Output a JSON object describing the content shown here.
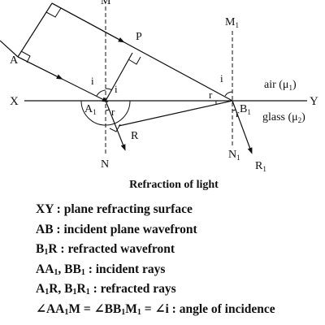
{
  "diagram": {
    "labels": {
      "A": "A",
      "P": "P",
      "X": "X",
      "Y": "Y",
      "A1": "A",
      "A1_sub": "1",
      "B1": "B",
      "B1_sub": "1",
      "R": "R",
      "R1": "R",
      "R1_sub": "1",
      "M_top": "M",
      "M1": "M",
      "M1_sub": "1",
      "N": "N",
      "N1": "N",
      "N1_sub": "1",
      "angle_i": "i",
      "angle_r": "r",
      "air": "air (μ",
      "air_sub": "1",
      "glass": "glass (μ",
      "glass_sub": "2",
      "close_paren": ")"
    },
    "caption": "Refraction of light"
  },
  "legend": [
    {
      "parts": [
        {
          "t": "XY : plane refracting surface"
        }
      ]
    },
    {
      "parts": [
        {
          "t": "AB : incident plane wavefront"
        }
      ]
    },
    {
      "parts": [
        {
          "t": "B"
        },
        {
          "s": "1"
        },
        {
          "t": "R : refracted wavefront"
        }
      ]
    },
    {
      "parts": [
        {
          "t": "AA"
        },
        {
          "s": "1"
        },
        {
          "t": ", BB"
        },
        {
          "s": "1"
        },
        {
          "t": " : incident rays"
        }
      ]
    },
    {
      "parts": [
        {
          "t": "A"
        },
        {
          "s": "1"
        },
        {
          "t": "R, B"
        },
        {
          "s": "1"
        },
        {
          "t": "R"
        },
        {
          "s": "1"
        },
        {
          "t": " : refracted rays"
        }
      ]
    },
    {
      "parts": [
        {
          "t": "∠AA"
        },
        {
          "s": "1"
        },
        {
          "t": "M = ∠BB"
        },
        {
          "s": "1"
        },
        {
          "t": "M"
        },
        {
          "s": "1"
        },
        {
          "t": " = ∠i : angle of incidence"
        }
      ]
    }
  ]
}
